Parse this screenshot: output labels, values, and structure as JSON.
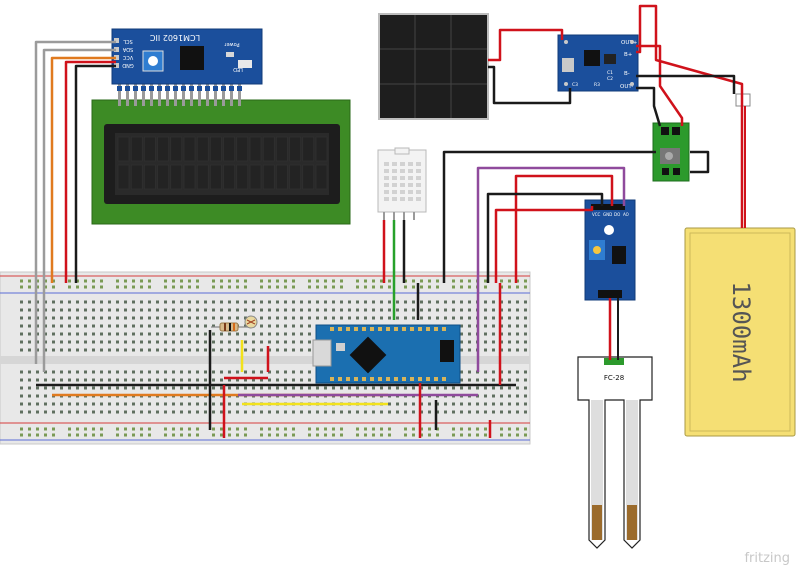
{
  "diagram": {
    "lcd_module": "LCM1602 IIC",
    "lcd_pins": [
      "SCL",
      "SDA",
      "VCC",
      "GND"
    ],
    "lcd_led_label": "LED",
    "lcd_power_label": "Power",
    "charger_pins": {
      "out_plus": "OUT+",
      "b_plus": "B+",
      "b_minus": "B-",
      "out_minus": "OUT-"
    },
    "charger_parts": [
      "R3",
      "C1",
      "C2",
      "C3"
    ],
    "sensor_label": "FC-28",
    "sensor_board_pins": [
      "VCC",
      "GND",
      "DO",
      "AO"
    ],
    "battery_label": "1300mAh",
    "watermark": "fritzing"
  },
  "colors": {
    "wire_red": "#d0121b",
    "wire_black": "#1a1a1a",
    "wire_orange": "#e07a1f",
    "wire_purple": "#8f4a9c",
    "wire_green": "#27a12a",
    "wire_yellow": "#f2e21b",
    "wire_gray": "#9b9b9b",
    "pcb_blue": "#1b4f9c",
    "lcd_green": "#3d8b25",
    "breadboard": "#e6e6e6",
    "battery": "#f5df74"
  }
}
